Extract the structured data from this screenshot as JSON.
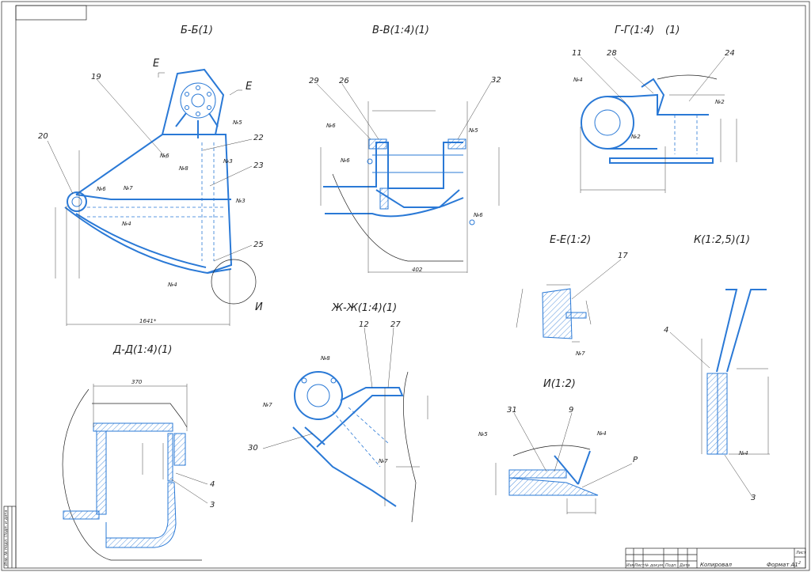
{
  "sections": {
    "bb": "Б-Б(1)",
    "vv": "В-В(1:4)(1)",
    "gg": "Г-Г(1:4)",
    "gg_suffix": "(1)",
    "dd": "Д-Д(1:4)(1)",
    "zhzh": "Ж-Ж(1:4)(1)",
    "ee": "Е-Е(1:2)",
    "i": "И(1:2)",
    "k": "К(1:2,5)(1)"
  },
  "cut_marks": {
    "e_left": "Е",
    "e_right": "Е",
    "i_callout": "И",
    "r_mark": "Р"
  },
  "leaders": {
    "p19": "19",
    "p20": "20",
    "p22": "22",
    "p23": "23",
    "p25": "25",
    "p29": "29",
    "p26": "26",
    "p32": "32",
    "p11": "11",
    "p28": "28",
    "p24": "24",
    "p17": "17",
    "p4a": "4",
    "p4b": "4",
    "p3a": "3",
    "p3b": "3",
    "p12": "12",
    "p27": "27",
    "p30": "30",
    "p31": "31",
    "p9": "9"
  },
  "welds": {
    "n5": "№5",
    "n6": "№6",
    "n7": "№7",
    "n8": "№8",
    "n3": "№3",
    "n4": "№4",
    "n2": "№2"
  },
  "dims": {
    "d1641": "1641*",
    "d402": "402",
    "d370": "370"
  },
  "title_block": {
    "cols": [
      "Изм",
      "Лист",
      "№ докум.",
      "Подп.",
      "Дата"
    ],
    "sheet_label": "Лист",
    "sheet_no": "2",
    "copied": "Копировал",
    "format": "Формат  А1",
    "side_stamp": "Инв. № подл.  Подп. и дата"
  }
}
